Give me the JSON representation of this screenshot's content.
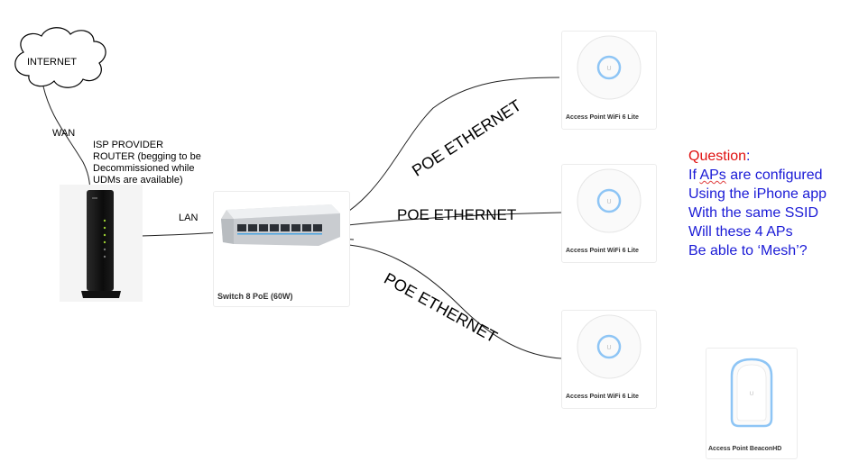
{
  "labels": {
    "internet": "INTERNET",
    "wan": "WAN",
    "router_note": [
      "ISP PROVIDER",
      "ROUTER (begging to be",
      "Decommissioned while",
      "UDMs are available)"
    ],
    "lan": "LAN",
    "poe_top": "POE ETHERNET",
    "poe_middle": "POE ETHERNET",
    "poe_bottom": "POE ETHERNET"
  },
  "devices": {
    "switch_caption": "Switch 8 PoE (60W)",
    "ap1_caption": "Access Point WiFi 6 Lite",
    "ap2_caption": "Access Point WiFi 6 Lite",
    "ap3_caption": "Access Point WiFi 6 Lite",
    "beacon_caption": "Access Point BeaconHD"
  },
  "question": {
    "heading": "Question",
    "heading_suffix": ":",
    "line1_prefix": "If ",
    "line1_word": "APs",
    "line1_suffix": " are configured",
    "line2": "Using the iPhone app",
    "line3": "With the same SSID",
    "line4": "Will these 4 APs",
    "line5": "Be able to ‘Mesh’?"
  },
  "colors": {
    "question_heading": "#e01010",
    "question_text": "#1a1ad6"
  }
}
